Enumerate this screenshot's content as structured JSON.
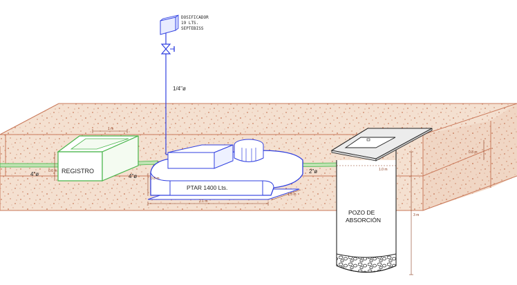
{
  "labels": {
    "dosificador": [
      "DOSIFICADOR",
      "19 LTS.",
      "SEPTEBISS"
    ],
    "vertical_pipe": "1/4\"ø",
    "registro": "REGISTRO",
    "pipe_left": "4\"ø",
    "pipe_middle": "4\"ø",
    "pipe_right": "2\"ø",
    "ptar": "PTAR  1400 Lts.",
    "pozo_line1": "POZO DE",
    "pozo_line2": "ABSORCIÓN"
  },
  "dimensions": {
    "registro_width": "1 m",
    "registro_depth": "0.6 m",
    "ptar_height": "0.8 m",
    "ptar_length": "2.1 m",
    "ptar_width": "1.5 m",
    "ground_thickness": "0.8 m",
    "pozo_depth": "3 m",
    "pozo_top_width": "1.0 m"
  },
  "colors": {
    "soil_fill": "#f4e0d0",
    "soil_edge": "#c9795a",
    "soil_speckle": "#b5502a",
    "registro_line": "#47b54a",
    "pipe_fill": "#bfe3b2",
    "ptar_line": "#2f3fe0",
    "vertical_pipe": "#2f3fe0",
    "dim_color": "#8a3a1c",
    "pozo_line": "#222222"
  }
}
